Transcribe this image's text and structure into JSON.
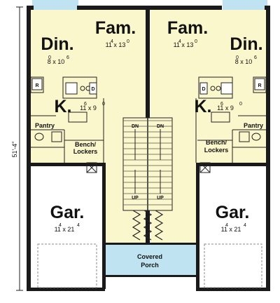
{
  "dimension_left": "51'-4\"",
  "rooms": {
    "fam_left": {
      "name": "Fam.",
      "size": "11 x 13",
      "sup_a": "4",
      "sup_b": "0"
    },
    "fam_right": {
      "name": "Fam.",
      "size": "11 x 13",
      "sup_a": "4",
      "sup_b": "0"
    },
    "din_left": {
      "name": "Din.",
      "size": "8 x 10",
      "sup_a": "0",
      "sup_b": "6"
    },
    "din_right": {
      "name": "Din.",
      "size": "8 x 10",
      "sup_a": "0",
      "sup_b": "6"
    },
    "kit_left": {
      "name": "K.",
      "size": "11 x 9",
      "sup_a": "6",
      "sup_b": "0"
    },
    "kit_right": {
      "name": "K.",
      "size": "11 x 9",
      "sup_a": "6",
      "sup_b": "0"
    },
    "gar_left": {
      "name": "Gar.",
      "size": "11 x 21",
      "sup_a": "4",
      "sup_b": "4"
    },
    "gar_right": {
      "name": "Gar.",
      "size": "11 x 21",
      "sup_a": "4",
      "sup_b": "4"
    },
    "pantry_left": {
      "name": "Pantry"
    },
    "pantry_right": {
      "name": "Pantry"
    },
    "bench_left": {
      "line1": "Bench/",
      "line2": "Lockers"
    },
    "bench_right": {
      "line1": "Bench/",
      "line2": "Lockers"
    },
    "porch": {
      "line1": "Covered",
      "line2": "Porch"
    }
  },
  "stairs": {
    "dn_left": "DN",
    "dn_right": "DN",
    "up_left": "UP",
    "up_right": "UP"
  },
  "appliances": {
    "fridge": "R",
    "dishwasher": "D"
  },
  "colors": {
    "floor": "#fbf7cc",
    "porch": "#bfe3f1",
    "wall": "#1a1a1a",
    "garage": "#ffffff"
  }
}
